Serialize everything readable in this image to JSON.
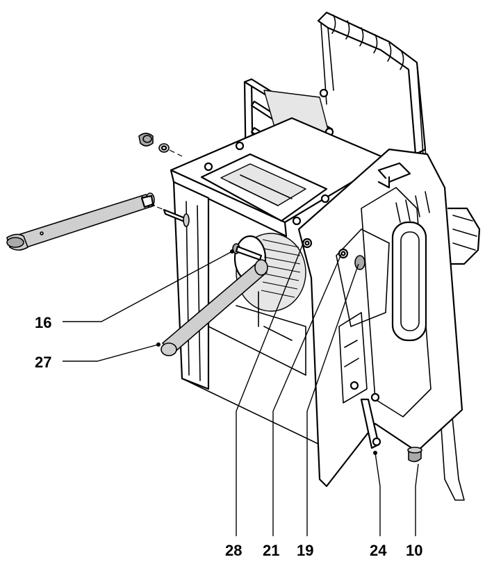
{
  "figure": {
    "callouts": [
      {
        "id": "c16",
        "label": "16"
      },
      {
        "id": "c27",
        "label": "27"
      },
      {
        "id": "c28",
        "label": "28"
      },
      {
        "id": "c21",
        "label": "21"
      },
      {
        "id": "c19",
        "label": "19"
      },
      {
        "id": "c24",
        "label": "24"
      },
      {
        "id": "c10",
        "label": "10"
      }
    ]
  }
}
